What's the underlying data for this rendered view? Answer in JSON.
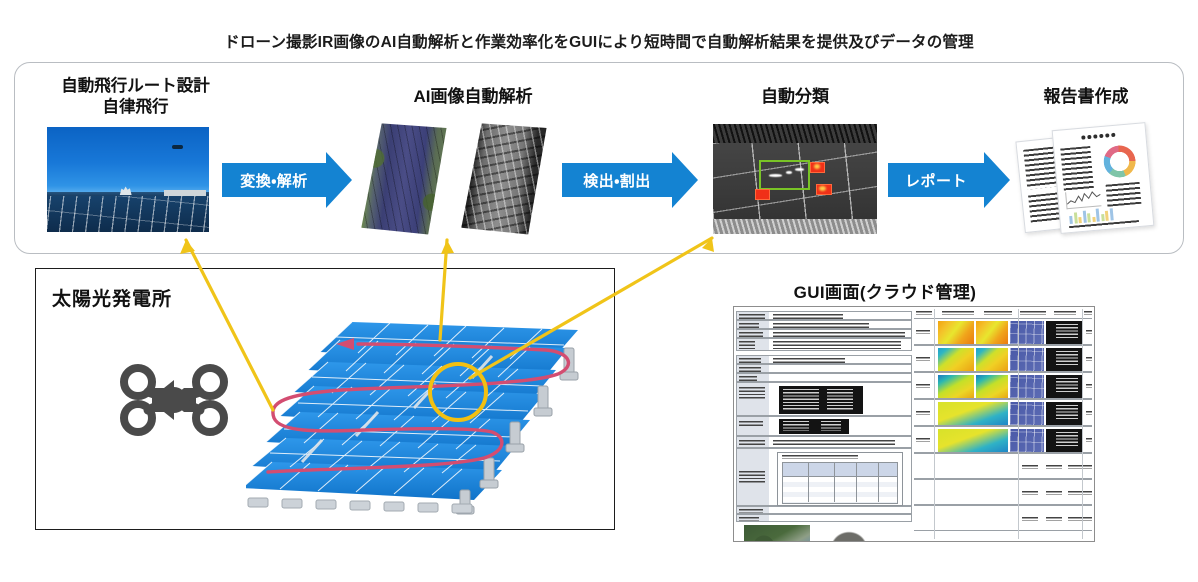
{
  "caption": "ドローン撮影IR画像のAI自動解析と作業効率化をGUIにより短時間で自動解析結果を提供及びデータの管理",
  "colors": {
    "arrow_blue": "#1483d2",
    "panel_border": "#b9bdc2",
    "flight_path_pink": "#d34d71",
    "highlight_yellow": "#f2c012",
    "detect_green": "#79c426",
    "hotspot_red": "#f03018",
    "solar_blue": "#1a84e0"
  },
  "flow": {
    "stages": [
      {
        "title": "自動飛行ルート設計\n自律飛行",
        "image_name": "solar-field-photo"
      },
      {
        "title": "AI画像自動解析",
        "image_name": "orthomosaic-pair"
      },
      {
        "title": "自動分類",
        "image_name": "ir-detection-image"
      },
      {
        "title": "報告書作成",
        "image_name": "report-documents"
      }
    ],
    "arrows": [
      {
        "label": "変換・解析"
      },
      {
        "label": "検出・割出"
      },
      {
        "label": "レポート"
      }
    ]
  },
  "plant": {
    "title": "太陽光発電所",
    "drone_icon": "quadcopter-drone-icon",
    "array_icon": "solar-panel-array",
    "flight_path_icon": "serpentine-flight-path",
    "highlight_icon": "yellow-highlight-circle"
  },
  "gui": {
    "title": "GUI画面(クラウド管理)",
    "screen_name": "cloud-management-report-screen"
  }
}
